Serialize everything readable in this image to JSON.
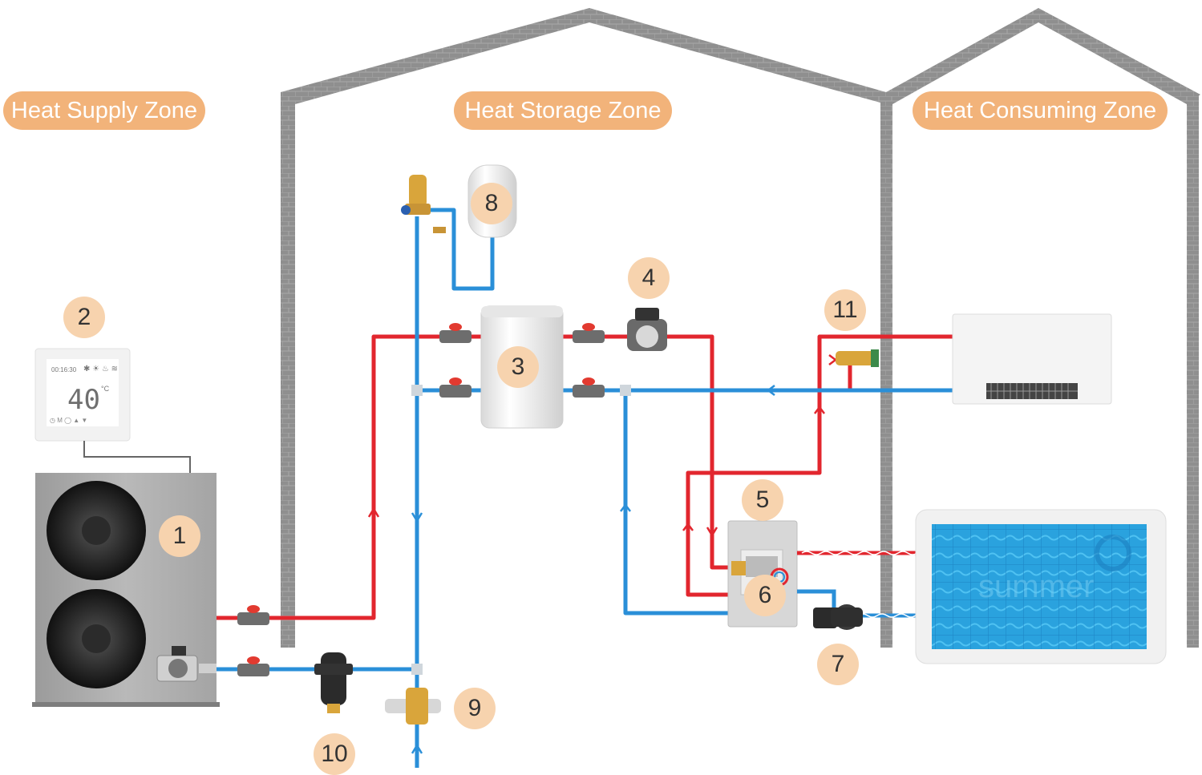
{
  "zones": {
    "supply": "Heat Supply Zone",
    "storage": "Heat Storage Zone",
    "consuming": "Heat Consuming Zone"
  },
  "markers": [
    "1",
    "2",
    "3",
    "4",
    "5",
    "6",
    "7",
    "8",
    "9",
    "10",
    "11"
  ],
  "controller": {
    "time": "00:16:30",
    "temperature": "40",
    "unit": "°C",
    "mode_icons": "snowflake-sun-fan-wifi-icons",
    "bottom_icons": "power-mode-timer-up-down-icons"
  },
  "pool_watermark": "summer",
  "colors": {
    "hot_pipe": "#e2262e",
    "cold_pipe": "#2a8fd8",
    "wall": "#8a8a8a",
    "zone_label_bg": "#f2b37a",
    "marker_bg": "#f7d3ae",
    "pool_water": "#29a3e0",
    "valve_red": "#e23a30",
    "brass": "#d9a53b"
  }
}
